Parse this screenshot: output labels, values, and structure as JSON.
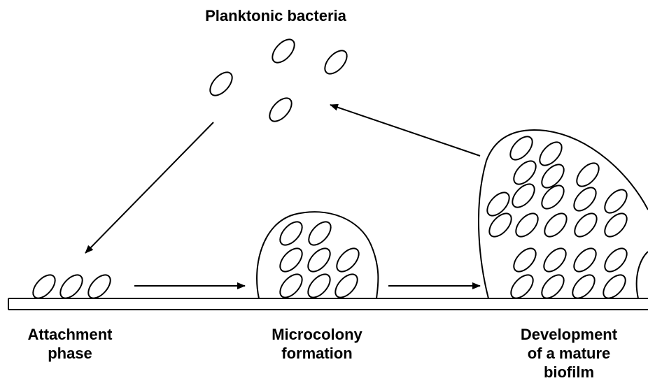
{
  "labels": {
    "planktonic": "Planktonic bacteria",
    "attachment": [
      "Attachment",
      "phase"
    ],
    "microcolony": [
      "Microcolony",
      "formation"
    ],
    "mature": [
      "Development",
      "of a mature",
      "biofilm"
    ]
  },
  "colors": {
    "stroke": "#000000",
    "background": "#ffffff"
  }
}
